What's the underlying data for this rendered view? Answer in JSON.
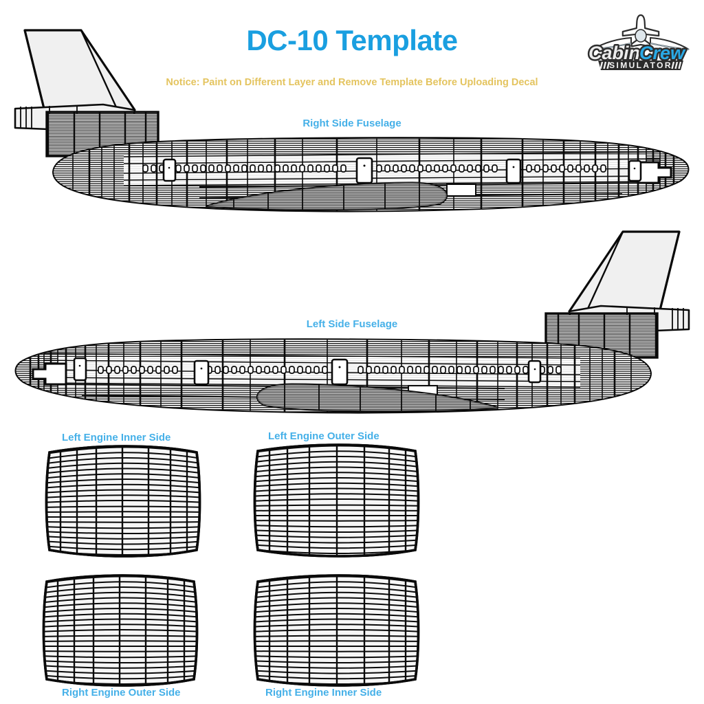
{
  "page": {
    "title": "DC-10 Template",
    "notice": "Notice: Paint on Different Layer and Remove Template Before Uploading Decal",
    "background_color": "#ffffff",
    "title_color": "#1a9fe0",
    "notice_color": "#e4c45f",
    "label_color": "#45b0e8"
  },
  "logo": {
    "word_one": "Cabin",
    "word_two": "Crew",
    "subtitle": "SIMULATOR",
    "word_one_color": "#e9e9e9",
    "word_two_color": "#29a9e6",
    "banner_color": "#2b2b2b",
    "icon": "airplane-icon"
  },
  "sections": [
    {
      "id": "right-side-fuselage",
      "label": "Right Side Fuselage",
      "nose_side": "right",
      "tail_side": "left"
    },
    {
      "id": "left-side-fuselage",
      "label": "Left Side Fuselage",
      "nose_side": "left",
      "tail_side": "right"
    },
    {
      "id": "left-engine-inner-side",
      "label": "Left Engine Inner Side"
    },
    {
      "id": "left-engine-outer-side",
      "label": "Left Engine Outer Side"
    },
    {
      "id": "right-engine-outer-side",
      "label": "Right Engine Outer Side"
    },
    {
      "id": "right-engine-inner-side",
      "label": "Right Engine Inner Side"
    }
  ],
  "template": {
    "line_color": "#000000",
    "fill_color": "#f2f2f2",
    "aircraft": "DC-10",
    "fuselage_doors_per_side": 5,
    "window_rows": 1,
    "engine_nacelle_ribs": 8,
    "engine_nacelle_rings": 26
  }
}
